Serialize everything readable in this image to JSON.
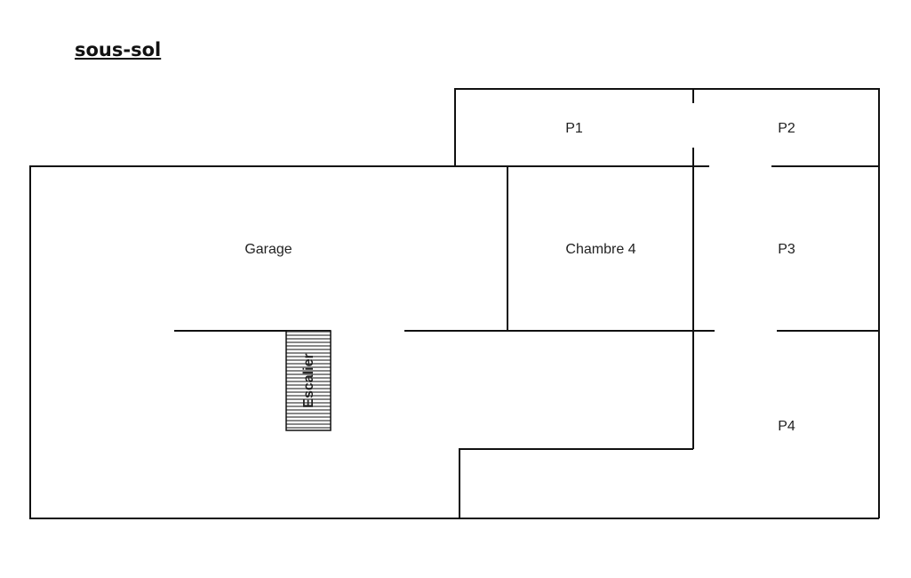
{
  "title": "sous-sol ",
  "rooms": {
    "p1": "P1",
    "p2": "P2",
    "garage": "Garage",
    "chambre4": "Chambre 4",
    "p3": "P3",
    "p4": "P4",
    "escalier": "Escalier"
  }
}
